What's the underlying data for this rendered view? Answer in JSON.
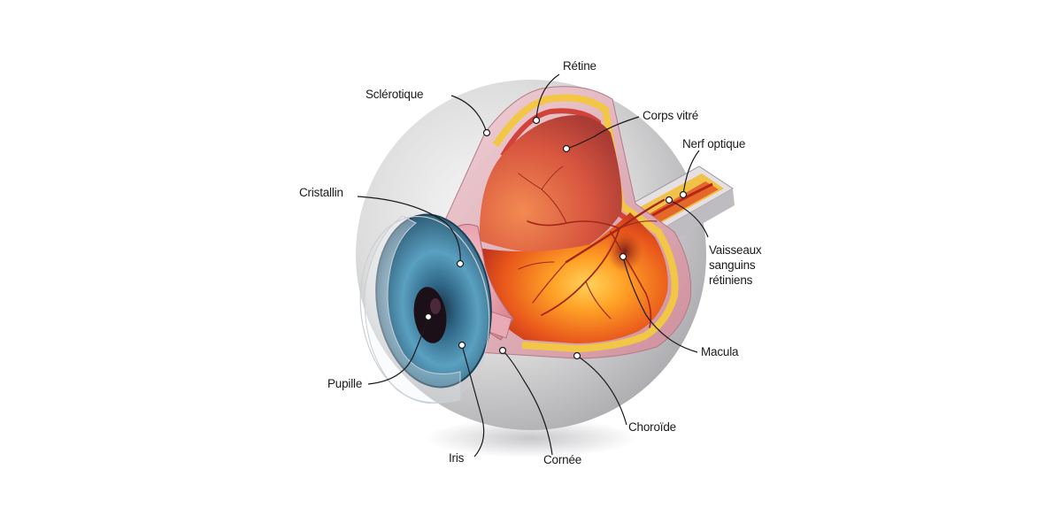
{
  "labels": {
    "retine": "Rétine",
    "sclerotique": "Sclérotique",
    "corps_vitre": "Corps vitré",
    "nerf_optique": "Nerf optique",
    "cristallin": "Cristallin",
    "vaisseaux_1": "Vaisseaux",
    "vaisseaux_2": "sanguins",
    "vaisseaux_3": "rétiniens",
    "macula": "Macula",
    "pupille": "Pupille",
    "choroide": "Choroïde",
    "iris": "Iris",
    "cornee": "Cornée"
  }
}
